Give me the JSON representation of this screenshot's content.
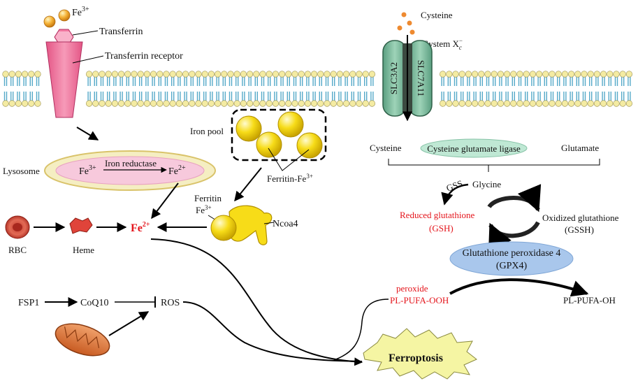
{
  "labels": {
    "fe3_top": "Fe",
    "fe3_top_sup": "3+",
    "transferrin": "Transferrin",
    "transferrin_receptor": "Transferrin receptor",
    "cysteine_top": "Cysteine",
    "system_xc": "System X",
    "system_xc_sup": "c",
    "system_xc_sub": "−",
    "slc3a2": "SLC3A2",
    "slc7a11": "SLC7A11",
    "iron_pool": "Iron pool",
    "ferritin_fe3": "Ferritin-Fe",
    "ferritin_fe3_sup": "3+",
    "lysosome": "Lysosome",
    "lyso_fe3": "Fe",
    "lyso_fe3_sup": "3+",
    "iron_reductase": "Iron reductase",
    "lyso_fe2": "Fe",
    "lyso_fe2_sup": "2+",
    "ferritin": "Ferritin",
    "ferritin_fe": "Fe",
    "ferritin_fe_sup": "3+",
    "ncoa4": "Ncoa4",
    "rbc": "RBC",
    "heme": "Heme",
    "fe2_center": "Fe",
    "fe2_center_sup": "2+",
    "fsp1": "FSP1",
    "coq10": "CoQ10",
    "ros": "ROS",
    "ferroptosis": "Ferroptosis",
    "cysteine": "Cysteine",
    "cgl": "Cysteine glutamate ligase",
    "glutamate": "Glutamate",
    "gss": "GSS",
    "glycine": "Glycine",
    "reduced_gsh_1": "Reduced glutathione",
    "reduced_gsh_2": "(GSH)",
    "oxidized_gssh_1": "Oxidized glutathione",
    "oxidized_gssh_2": "(GSSH)",
    "gpx4_1": "Glutathione peroxidase 4",
    "gpx4_2": "(GPX4)",
    "peroxide": "peroxide",
    "pl_pufa_ooh": "PL-PUFA-OOH",
    "pl_pufa_oh": "PL-PUFA-OH"
  },
  "colors": {
    "fe_red": "#e4141b",
    "iron_ball": "#f4a92c",
    "cysteine_dot": "#ee8a30",
    "receptor_pink": "#f178a0",
    "lysosome_pink": "#f7c9dc",
    "lysosome_rim": "#e8d88a",
    "transporter_green": "#7fbfa0",
    "ferritin_yellow": "#f7dc18",
    "cgl_green": "#bfe8d4",
    "gpx4_blue": "#a9c7ec",
    "ferroptosis_star": "#f5f5a3",
    "membrane_head": "#f4eba2",
    "membrane_tail": "#55a9c8",
    "mito_orange": "#e07a40"
  },
  "icons": [
    "iron-ball-icon",
    "transferrin-hexagon-icon",
    "receptor-icon",
    "lysosome-icon",
    "ferritin-ball-icon",
    "ncoa4-icon",
    "rbc-icon",
    "heme-icon",
    "mitochondrion-icon",
    "cysteine-dot-icon",
    "transporter-icon",
    "starburst-icon",
    "cycle-arrow-icon"
  ]
}
